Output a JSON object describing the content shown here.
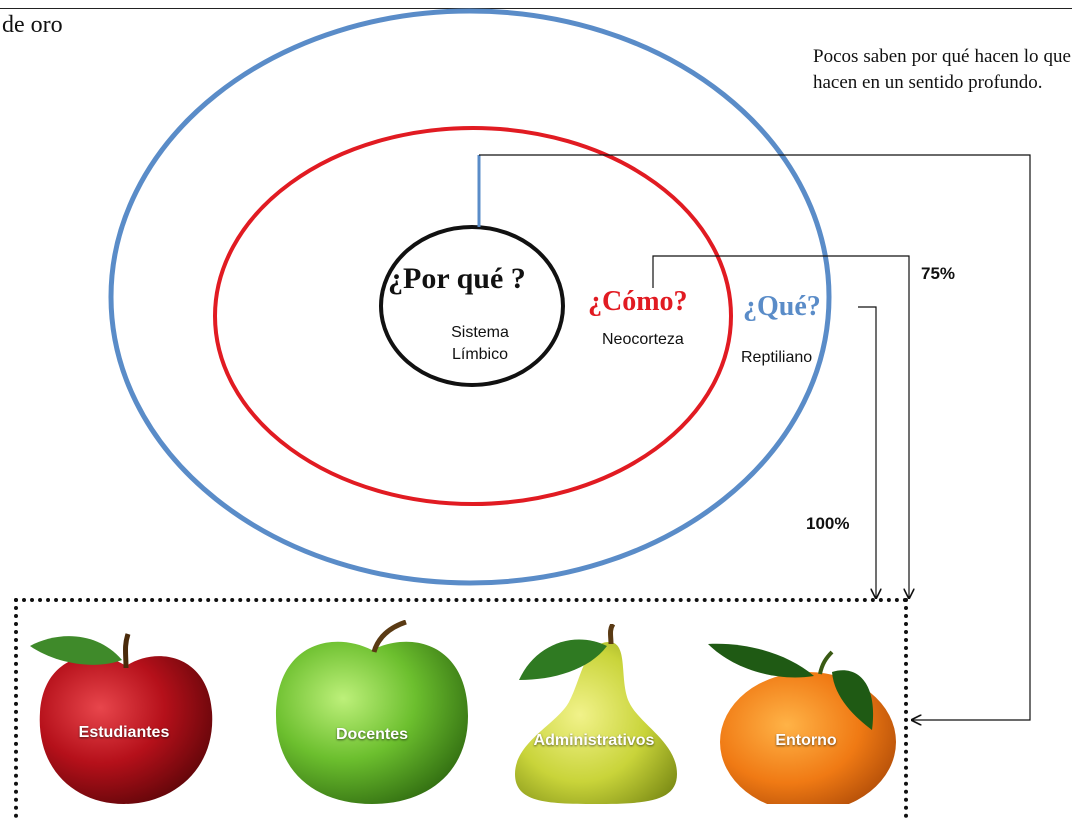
{
  "heading": {
    "fragment": "de oro"
  },
  "note": {
    "text": "Pocos saben por qué hacen lo que hacen en un sentido profundo."
  },
  "circles": {
    "inner": {
      "title": "¿Por qué ?",
      "subtitle_line1": "Sistema",
      "subtitle_line2": "Límbico",
      "color": "#111111"
    },
    "middle": {
      "title": "¿Cómo?",
      "subtitle": "Neocorteza",
      "color": "#e11b22"
    },
    "outer": {
      "title": "¿Qué?",
      "subtitle": "Reptiliano",
      "color": "#5a8cc8"
    }
  },
  "percentages": {
    "p75": "75%",
    "p100": "100%"
  },
  "fruits": [
    {
      "label": "Estudiantes",
      "fruit": "red-apple",
      "color": "#c0121a"
    },
    {
      "label": "Docentes",
      "fruit": "green-apple",
      "color": "#6cbf2e"
    },
    {
      "label": "Administrativos",
      "fruit": "pear",
      "color": "#c9d43a"
    },
    {
      "label": "Entorno",
      "fruit": "orange",
      "color": "#f07a14"
    }
  ]
}
